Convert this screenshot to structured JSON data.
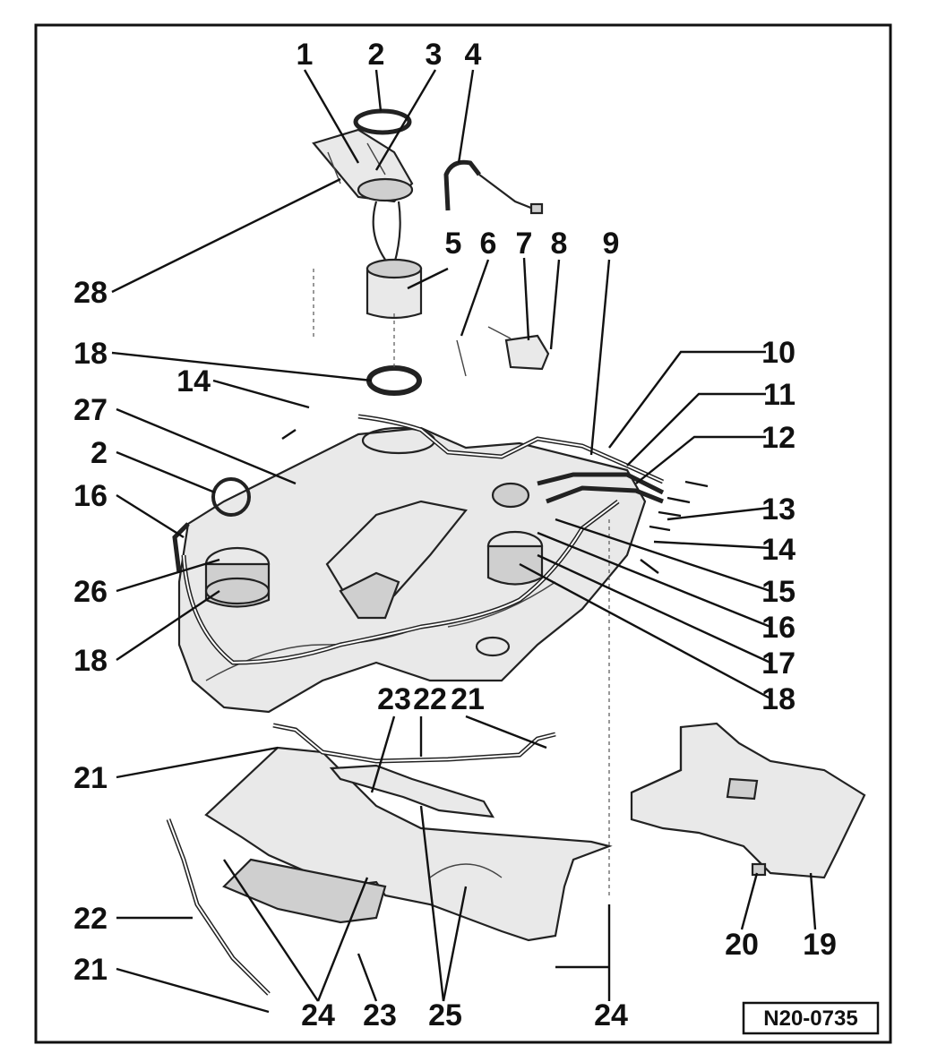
{
  "diagram": {
    "frame_code": "N20-0735",
    "callouts": {
      "c1": "1",
      "c2a": "2",
      "c3": "3",
      "c4": "4",
      "c5": "5",
      "c6": "6",
      "c7": "7",
      "c8": "8",
      "c9": "9",
      "c10": "10",
      "c11": "11",
      "c12": "12",
      "c13": "13",
      "c14a": "14",
      "c14b": "14",
      "c15": "15",
      "c16a": "16",
      "c16b": "16",
      "c17": "17",
      "c18a": "18",
      "c18b": "18",
      "c18c": "18",
      "c19": "19",
      "c20": "20",
      "c21a": "21",
      "c21b": "21",
      "c21c": "21",
      "c22a": "22",
      "c22b": "22",
      "c23a": "23",
      "c23b": "23",
      "c24a": "24",
      "c24b": "24",
      "c25": "25",
      "c26": "26",
      "c27": "27",
      "c28": "28",
      "c2b": "2"
    }
  }
}
